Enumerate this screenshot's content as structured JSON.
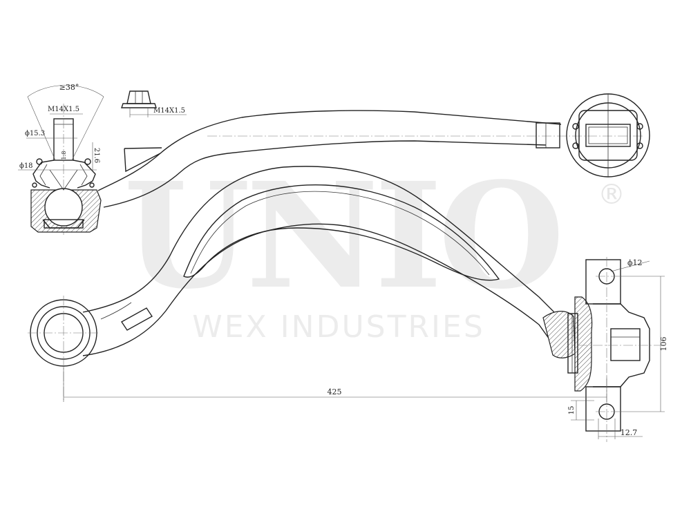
{
  "watermark": {
    "brand": "UNIO",
    "registered": "®",
    "tagline": "WEX INDUSTRIES"
  },
  "dimensions": {
    "angle": "≥38°",
    "thread_ball_joint": "M14X1.5",
    "thread_nut": "M14X1.5",
    "dia_15_3": "ϕ15.3",
    "dia_18": "ϕ18",
    "taper": "1:8",
    "length_21_6": "21.6",
    "dia_12": "ϕ12",
    "length_106": "106",
    "length_425": "425",
    "length_15": "15",
    "length_12_7": "12.7"
  },
  "colors": {
    "line": "#222222",
    "watermark": "#ececec"
  }
}
